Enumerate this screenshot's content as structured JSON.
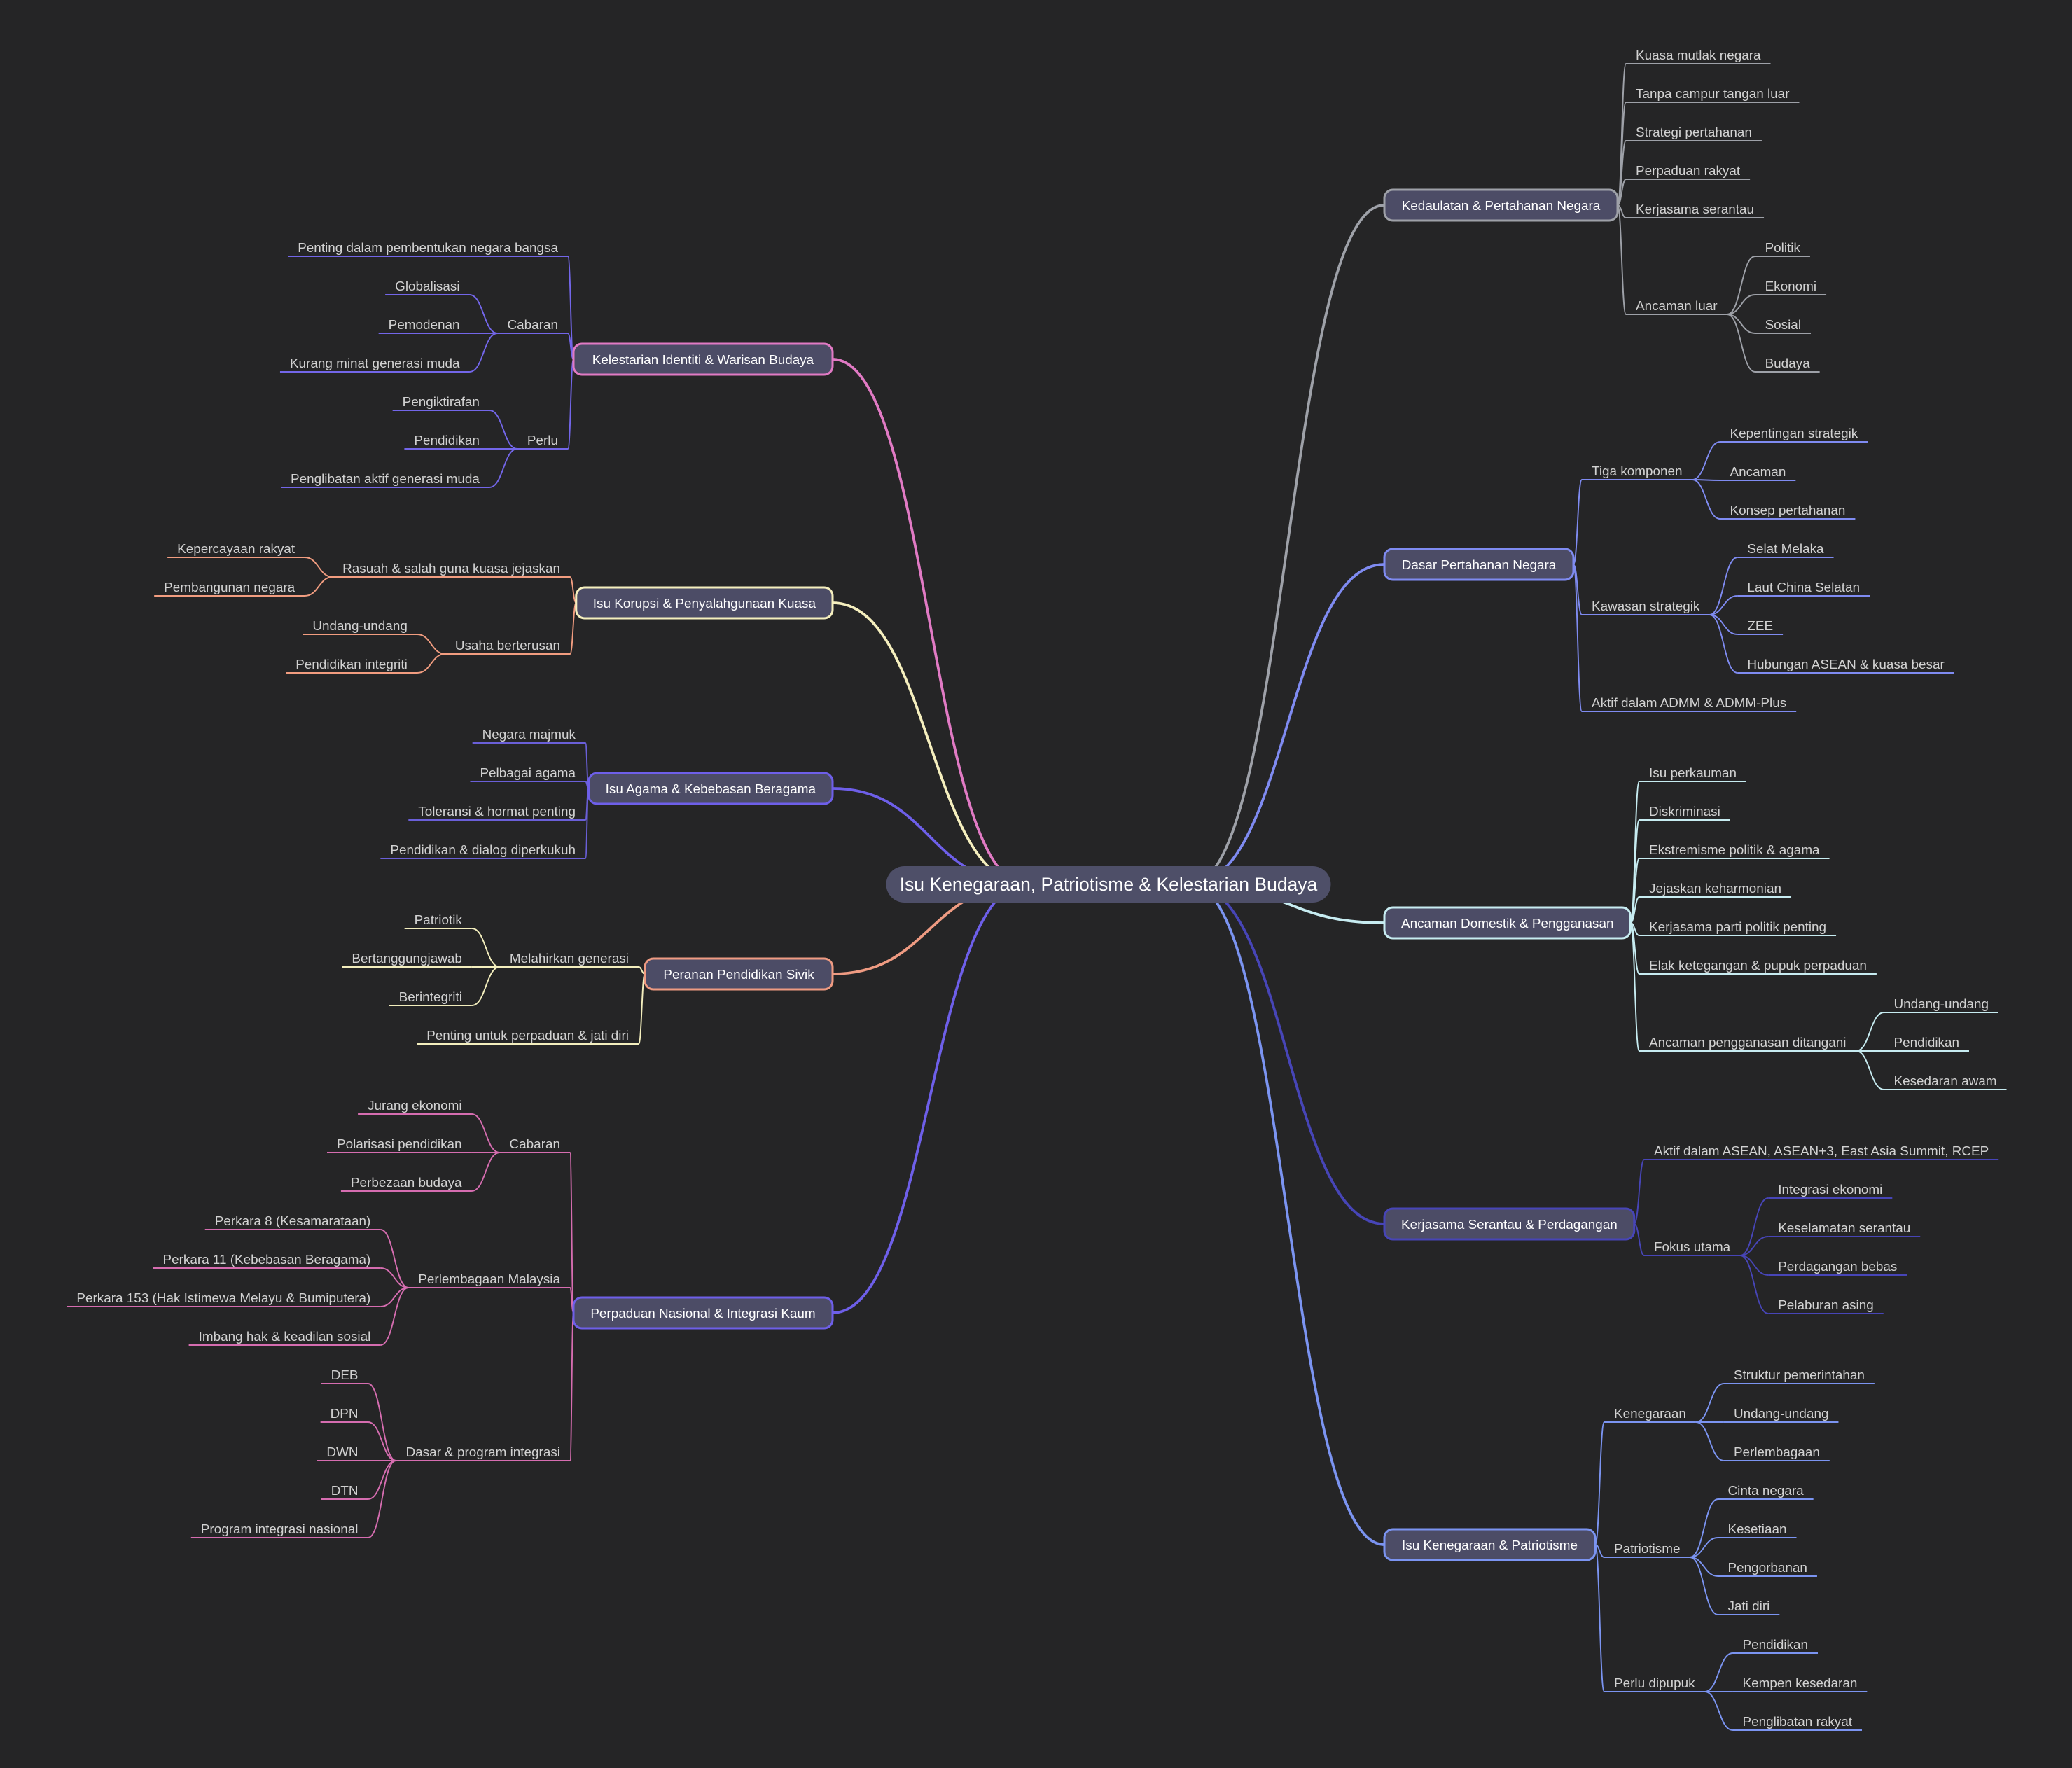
{
  "colors": {
    "background": "#252526",
    "root_fill": "#4e4f68",
    "branch_fill": "#4c4c66",
    "sovereignty": "#9ea1a8",
    "defence": "#7f8bf1",
    "domestic": "#c7ecf1",
    "regional": "#4745b7",
    "citizenship": "#7b94f1",
    "heritage": "#e17ac4",
    "corruption": "#f5efbe",
    "religion": "#6e5fe9",
    "civic": "#ef9b82",
    "unity_edge": "#6e5fe9",
    "unity": "#d66db0",
    "heritage_sub": "#7366e9",
    "corruption_sub": "#f29d80",
    "religion_sub": "#6a5fd8",
    "civic_sub": "#f3eebd"
  },
  "mindmap": {
    "root": "Isu Kenegaraan, Patriotisme & Kelestarian Budaya",
    "branches": [
      {
        "key": "sovereignty",
        "label": "Kedaulatan & Pertahanan Negara",
        "items": [
          {
            "label": "Kuasa mutlak negara"
          },
          {
            "label": "Tanpa campur tangan luar"
          },
          {
            "label": "Strategi pertahanan"
          },
          {
            "label": "Perpaduan rakyat"
          },
          {
            "label": "Kerjasama serantau"
          },
          {
            "label": "Ancaman luar",
            "items": [
              "Politik",
              "Ekonomi",
              "Sosial",
              "Budaya"
            ]
          }
        ]
      },
      {
        "key": "defence",
        "label": "Dasar Pertahanan Negara",
        "items": [
          {
            "label": "Tiga komponen",
            "items": [
              "Kepentingan strategik",
              "Ancaman",
              "Konsep pertahanan"
            ]
          },
          {
            "label": "Kawasan strategik",
            "items": [
              "Selat Melaka",
              "Laut China Selatan",
              "ZEE",
              "Hubungan ASEAN & kuasa besar"
            ]
          },
          {
            "label": "Aktif dalam ADMM & ADMM-Plus"
          }
        ]
      },
      {
        "key": "domestic",
        "label": "Ancaman Domestik & Pengganasan",
        "items": [
          {
            "label": "Isu perkauman"
          },
          {
            "label": "Diskriminasi"
          },
          {
            "label": "Ekstremisme politik & agama"
          },
          {
            "label": "Jejaskan keharmonian"
          },
          {
            "label": "Kerjasama parti politik penting"
          },
          {
            "label": "Elak ketegangan & pupuk perpaduan"
          },
          {
            "label": "Ancaman pengganasan ditangani",
            "items": [
              "Undang-undang",
              "Pendidikan",
              "Kesedaran awam"
            ]
          }
        ]
      },
      {
        "key": "regional",
        "label": "Kerjasama Serantau & Perdagangan",
        "items": [
          {
            "label": "Aktif dalam ASEAN, ASEAN+3, East Asia Summit, RCEP"
          },
          {
            "label": "Fokus utama",
            "items": [
              "Integrasi ekonomi",
              "Keselamatan serantau",
              "Perdagangan bebas",
              "Pelaburan asing"
            ]
          }
        ]
      },
      {
        "key": "citizenship",
        "label": "Isu Kenegaraan & Patriotisme",
        "items": [
          {
            "label": "Kenegaraan",
            "items": [
              "Struktur pemerintahan",
              "Undang-undang",
              "Perlembagaan"
            ]
          },
          {
            "label": "Patriotisme",
            "items": [
              "Cinta negara",
              "Kesetiaan",
              "Pengorbanan",
              "Jati diri"
            ]
          },
          {
            "label": "Perlu dipupuk",
            "items": [
              "Pendidikan",
              "Kempen kesedaran",
              "Penglibatan rakyat"
            ]
          }
        ]
      },
      {
        "key": "heritage",
        "label": "Kelestarian Identiti & Warisan Budaya",
        "items": [
          {
            "label": "Penting dalam pembentukan negara bangsa"
          },
          {
            "label": "Cabaran",
            "items": [
              "Globalisasi",
              "Pemodenan",
              "Kurang minat generasi muda"
            ]
          },
          {
            "label": "Perlu",
            "items": [
              "Pengiktirafan",
              "Pendidikan",
              "Penglibatan aktif generasi muda"
            ]
          }
        ]
      },
      {
        "key": "corruption",
        "label": "Isu Korupsi & Penyalahgunaan Kuasa",
        "items": [
          {
            "label": "Rasuah & salah guna kuasa jejaskan",
            "items": [
              "Kepercayaan rakyat",
              "Pembangunan negara"
            ]
          },
          {
            "label": "Usaha berterusan",
            "items": [
              "Undang-undang",
              "Pendidikan integriti"
            ]
          }
        ]
      },
      {
        "key": "religion",
        "label": "Isu Agama & Kebebasan Beragama",
        "items": [
          {
            "label": "Negara majmuk"
          },
          {
            "label": "Pelbagai agama"
          },
          {
            "label": "Toleransi & hormat penting"
          },
          {
            "label": "Pendidikan & dialog diperkukuh"
          }
        ]
      },
      {
        "key": "civic",
        "label": "Peranan Pendidikan Sivik",
        "items": [
          {
            "label": "Melahirkan generasi",
            "items": [
              "Patriotik",
              "Bertanggungjawab",
              "Berintegriti"
            ]
          },
          {
            "label": "Penting untuk perpaduan & jati diri"
          }
        ]
      },
      {
        "key": "unity",
        "label": "Perpaduan Nasional & Integrasi Kaum",
        "items": [
          {
            "label": "Cabaran",
            "items": [
              "Jurang ekonomi",
              "Polarisasi pendidikan",
              "Perbezaan budaya"
            ]
          },
          {
            "label": "Perlembagaan Malaysia",
            "items": [
              "Perkara 8 (Kesamarataan)",
              "Perkara 11 (Kebebasan Beragama)",
              "Perkara 153 (Hak Istimewa Melayu & Bumiputera)",
              "Imbang hak & keadilan sosial"
            ]
          },
          {
            "label": "Dasar & program integrasi",
            "items": [
              "DEB",
              "DPN",
              "DWN",
              "DTN",
              "Program integrasi nasional"
            ]
          }
        ]
      }
    ]
  }
}
